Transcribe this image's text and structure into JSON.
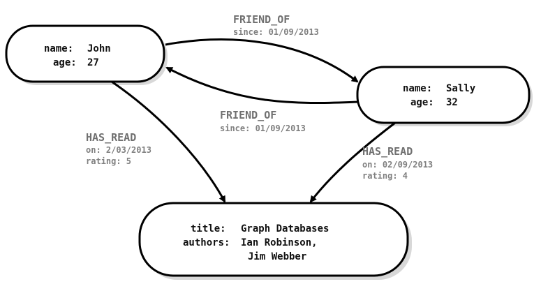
{
  "nodes": {
    "john": {
      "name_key": "name:",
      "name_value": "John",
      "age_key": "age:",
      "age_value": "27"
    },
    "sally": {
      "name_key": "name:",
      "name_value": "Sally",
      "age_key": "age:",
      "age_value": "32"
    },
    "book": {
      "title_key": "title:",
      "title_value": "Graph Databases",
      "authors_key": "authors:",
      "authors_value_1": "Ian Robinson,",
      "authors_value_2": "Jim Webber"
    }
  },
  "relationships": {
    "john_friend_of_sally": {
      "type": "FRIEND_OF",
      "since": "since: 01/09/2013"
    },
    "sally_friend_of_john": {
      "type": "FRIEND_OF",
      "since": "since: 01/09/2013"
    },
    "john_has_read": {
      "type": "HAS_READ",
      "on": "on: 2/03/2013",
      "rating": "rating: 5"
    },
    "sally_has_read": {
      "type": "HAS_READ",
      "on": "on: 02/09/2013",
      "rating": "rating: 4"
    }
  },
  "colors": {
    "stroke": "#000000",
    "label": "#707070",
    "node_text": "#111111",
    "shadow": "#d8d8d8"
  }
}
